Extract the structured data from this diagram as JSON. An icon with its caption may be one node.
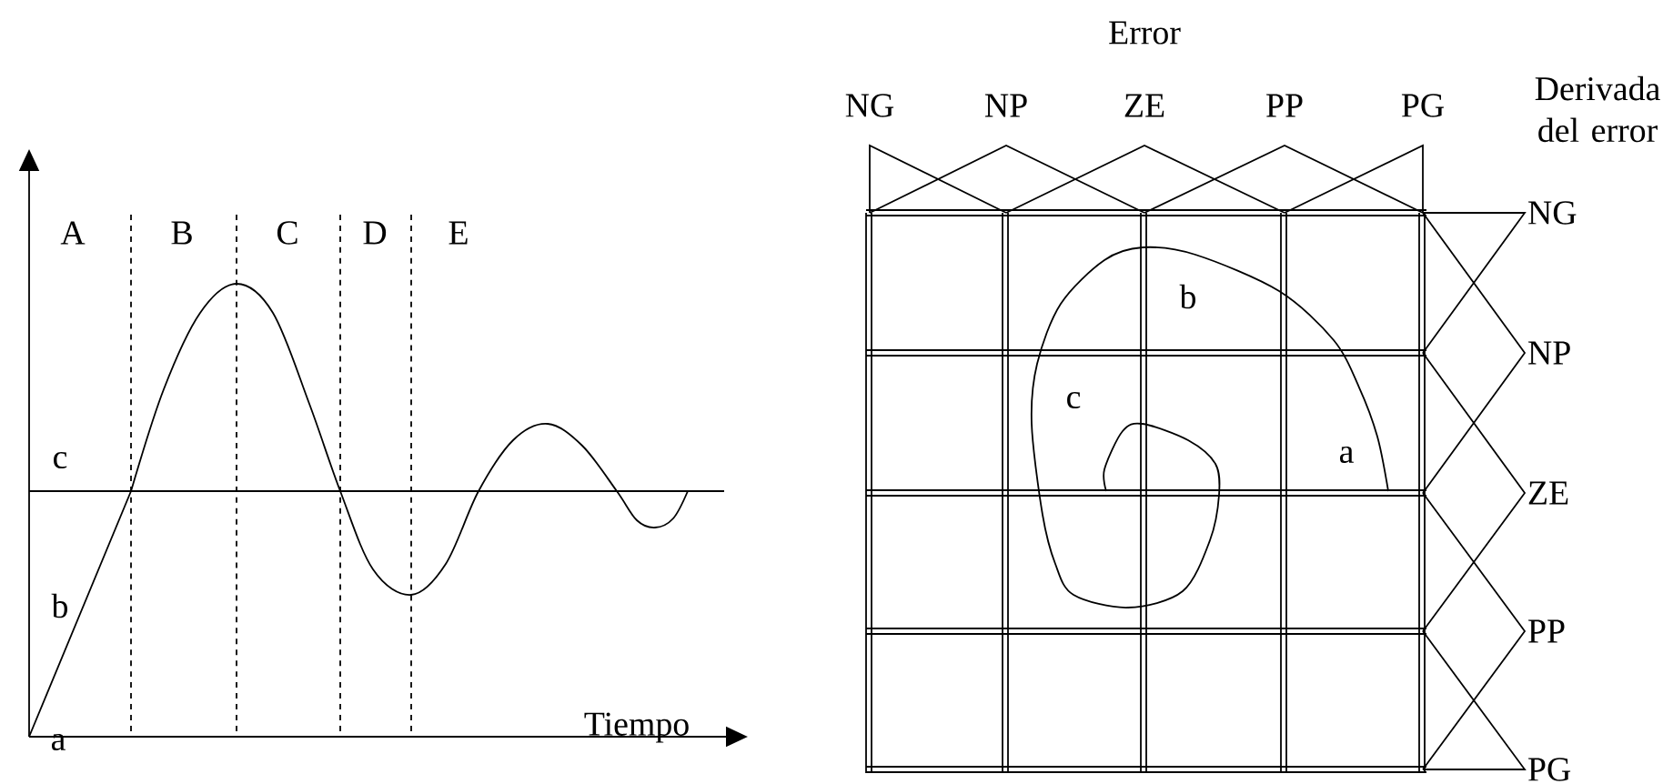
{
  "diagram": {
    "labels": [
      "A",
      "B",
      "C",
      "D",
      "E",
      "c",
      "b",
      "a",
      "Tiempo",
      "Error",
      "NG",
      "NP",
      "ZE",
      "PP",
      "PG",
      "Derivada del error",
      "NG",
      "NP",
      "ZE",
      "PP",
      "PG",
      "b",
      "c",
      "a"
    ]
  }
}
